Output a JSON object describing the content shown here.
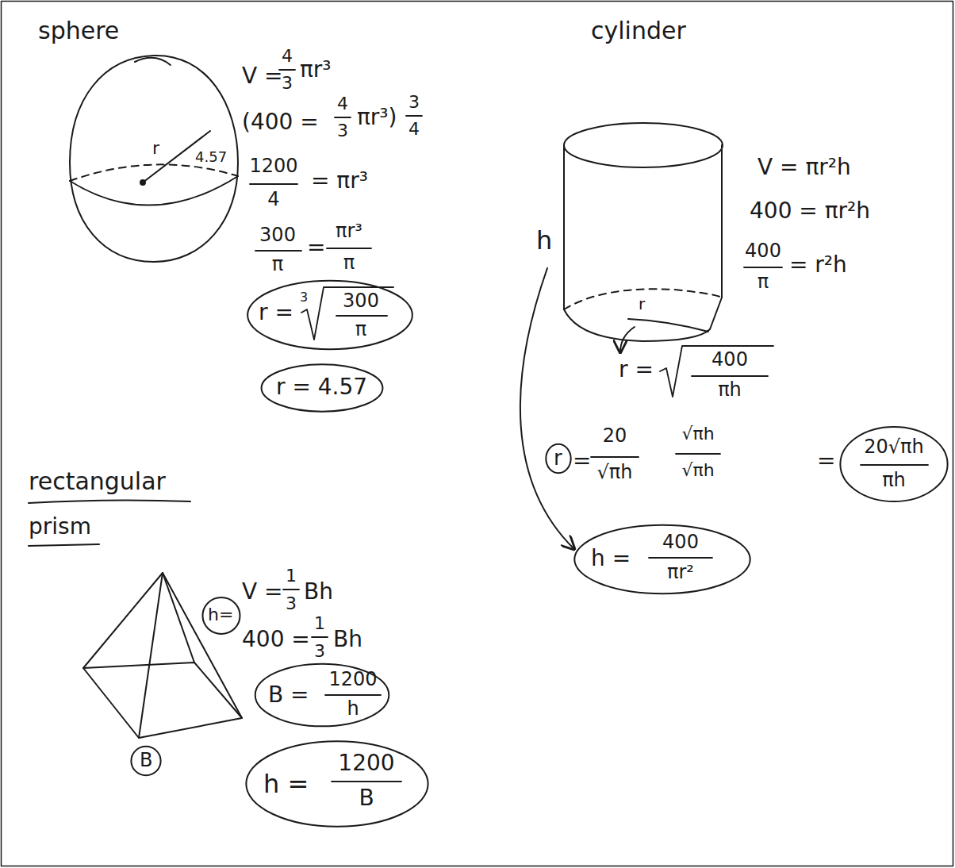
{
  "diagram": {
    "nodes": [
      {
        "text": [
          "r =",
          "3",
          "300",
          "π"
        ]
      },
      {
        "text": [
          "r = 4.57"
        ]
      },
      {
        "text": [
          "r"
        ]
      },
      {
        "text": [
          "20√πh",
          "πh"
        ]
      },
      {
        "text": [
          "h =",
          "400",
          "πr²"
        ]
      },
      {
        "text": [
          "h="
        ]
      },
      {
        "text": [
          "B"
        ]
      },
      {
        "text": [
          "B =",
          "1200",
          "h"
        ]
      },
      {
        "text": [
          "h =",
          "1200",
          "B"
        ]
      }
    ],
    "labels": [
      "sphere",
      "r",
      "4.57",
      "V =",
      "4",
      "3",
      "πr³",
      "(400 =",
      "4",
      "3",
      "πr³)",
      "3",
      "4",
      "1200",
      "4",
      "= πr³",
      "300",
      "π",
      "=",
      "πr³",
      "π",
      "cylinder",
      "r",
      "h",
      "V = πr²h",
      "400 = πr²h",
      "400",
      "π",
      "= r²h",
      "r =",
      "400",
      "πh",
      "=",
      "20",
      "√πh",
      "√πh",
      "√πh",
      "=",
      "rectangular",
      "prism",
      "V =",
      "1",
      "3",
      "Bh",
      "400 =",
      "1",
      "3",
      "Bh"
    ]
  }
}
